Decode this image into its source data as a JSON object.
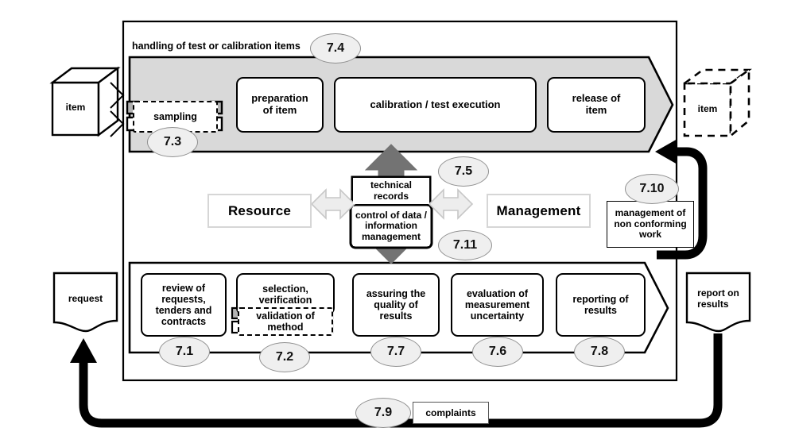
{
  "diagram": {
    "title_banner": "handling of test or calibration items",
    "clause_74": "7.4",
    "clause_73": "7.3",
    "clause_75": "7.5",
    "clause_711": "7.11",
    "clause_710": "7.10",
    "clause_71": "7.1",
    "clause_72": "7.2",
    "clause_77": "7.7",
    "clause_76": "7.6",
    "clause_78": "7.8",
    "clause_79": "7.9"
  },
  "top_flow": {
    "sampling": "sampling",
    "steps": [
      {
        "label": "preparation\nof item"
      },
      {
        "label": "calibration / test execution"
      },
      {
        "label": "release of\nitem"
      }
    ],
    "step_1": "preparation of item",
    "step_2": "calibration / test execution",
    "step_3": "release of item"
  },
  "bottom_flow": {
    "steps": [
      {
        "label": "review of requests, tenders and contracts"
      },
      {
        "label": "selection, verification"
      },
      {
        "label": "assuring the quality of results"
      },
      {
        "label": "evaluation of measurement uncertainty"
      },
      {
        "label": "reporting of results"
      }
    ],
    "step_1": "review of\nrequests,\ntenders and\ncontracts",
    "step_2": "selection,\nverification",
    "step_2_dashed": "validation of\nmethod",
    "step_3": "assuring the\nquality of\nresults",
    "step_4": "evaluation of\nmeasurement\nuncertainty",
    "step_5": "reporting of\nresults"
  },
  "middle": {
    "resource": "Resource",
    "management": "Management",
    "technical_records": "technical records",
    "control_of_data": "control of data /\ninformation\nmanagement",
    "non_conforming": "management of\nnon conforming\nwork"
  },
  "io": {
    "item_in": "item",
    "item_out": "item",
    "request": "request",
    "report": "report on\nresults",
    "complaints": "complaints"
  },
  "colors": {
    "band_fill": "#d9d9d9",
    "band_stroke": "#000000",
    "arrow_grey": "#737373",
    "clause_fill": "#efefef",
    "clause_stroke": "#909090",
    "soft_border": "#d6d6d6",
    "ink": "#000000"
  }
}
